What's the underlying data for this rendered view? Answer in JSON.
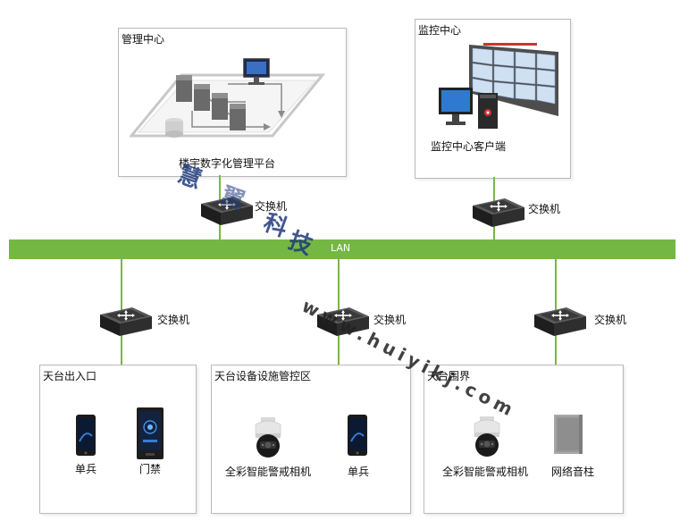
{
  "management_center": {
    "title": "管理中心",
    "platform_label": "楼宇数字化管理平台"
  },
  "monitoring_center": {
    "title": "监控中心",
    "client_label": "监控中心客户端"
  },
  "network": {
    "lan_label": "LAN",
    "switch_label": "交换机"
  },
  "zones": [
    {
      "title": "天台出入口",
      "devices": [
        "单兵",
        "门禁"
      ]
    },
    {
      "title": "天台设备设施管控区",
      "devices": [
        "全彩智能警戒相机",
        "单兵"
      ]
    },
    {
      "title": "天台围界",
      "devices": [
        "全彩智能警戒相机",
        "网络音柱"
      ]
    }
  ],
  "watermark": {
    "chars": [
      "慧",
      "翼",
      "科",
      "技"
    ],
    "url": "www.huiyikj.com"
  },
  "colors": {
    "lan_green": "#74b843",
    "line_green": "#7ab648",
    "switch_dark": "#2b2b2b"
  }
}
